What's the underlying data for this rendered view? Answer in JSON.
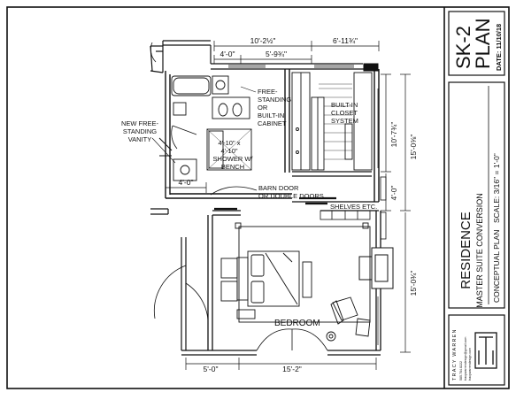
{
  "sheet": {
    "number": "SK-2",
    "type": "PLAN",
    "date": "DATE: 11/10/18"
  },
  "titleblock": {
    "project": "RESIDENCE",
    "subtitle": "MASTER SUITE CONVERSION",
    "plan_label": "CONCEPTUAL PLAN",
    "scale": "SCALE: 3/16\" = 1'-0\"",
    "designer_name": "TRACY WARREN",
    "designer_info_1": "585.784.8222",
    "designer_info_2": "tracywarrendesign@gmail.com",
    "designer_info_3": "tracywarrendesign.com"
  },
  "dimensions": {
    "top_overall": "10'-2½\"",
    "top_left": "4'-0\"",
    "top_mid": "5'-9¾\"",
    "top_right": "6'-11¾\"",
    "right_closet": "10'-7¾\"",
    "right_overall": "15'-0⅝\"",
    "right_small": "4'-0\"",
    "right_bedroom": "15'-0¾\"",
    "left_vanity": "4'-0\"",
    "bottom_left": "5'-0\"",
    "bottom_right": "15'-2\""
  },
  "labels": {
    "freestanding_cabinet": [
      "FREE-",
      "STANDING",
      "OR",
      "BUILT-IN",
      "CABINET"
    ],
    "vanity": [
      "NEW FREE-",
      "STANDING",
      "VANITY"
    ],
    "shower": [
      "4'-10\" x",
      "4'-10\"",
      "SHOWER W/",
      "BENCH"
    ],
    "closet": [
      "BUILT-IN",
      "CLOSET",
      "SYSTEM"
    ],
    "barn_door": [
      "BARN DOOR",
      "OR DOUBLE DOORS"
    ],
    "shelves": "SHELVES ETC.",
    "bedroom": "BEDROOM"
  }
}
